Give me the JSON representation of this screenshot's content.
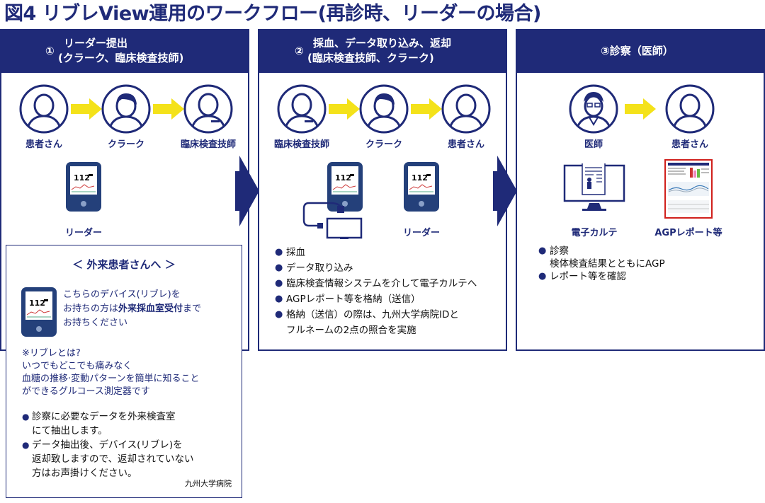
{
  "title": "図4 リブレView運用のワークフロー(再診時、リーダーの場合)",
  "colors": {
    "navy": "#1f2a78",
    "yellow": "#f4e21a",
    "red": "#d0201c"
  },
  "step1": {
    "num": "①",
    "line1": "リーダー提出",
    "line2": "(クラーク、臨床検査技師)",
    "people": [
      "患者さん",
      "クラーク",
      "臨床検査技師"
    ],
    "device_label": "リーダー"
  },
  "step2": {
    "num": "②",
    "line1": "採血、データ取り込み、返却",
    "line2": "(臨床検査技師、クラーク)",
    "people": [
      "臨床検査技師",
      "クラーク",
      "患者さん"
    ],
    "device_label": "リーダー",
    "bullets": [
      "採血",
      "データ取り込み",
      "臨床検査情報システムを介して電子カルテへ",
      "AGPレポート等を格納（送信）",
      "格納（送信）の際は、九州大学病院IDと",
      "フルネームの2点の照合を実施"
    ]
  },
  "step3": {
    "heading": "③診察（医師）",
    "people": [
      "医師",
      "患者さん"
    ],
    "item_labels": [
      "電子カルテ",
      "AGPレポート等"
    ],
    "bullets": [
      "診察",
      "検体検査結果とともにAGP",
      "レポート等を確認"
    ]
  },
  "device_reading": "112",
  "notice": {
    "title": "＜ 外来患者さんへ ＞",
    "msg1": "こちらのデバイス(リブレ)を",
    "msg2_pre": "お持ちの方は",
    "msg2_bold": "外来採血室受付",
    "msg2_post": "まで",
    "msg3": "お持ちください",
    "note1": "※リブレとは?",
    "note2": "いつでもどこでも痛みなく",
    "note3": "血糖の推移·変動パターンを簡単に知ること",
    "note4": "ができるグルコース測定器です",
    "bullets": [
      "診察に必要なデータを外来検査室",
      "にて抽出します。",
      "データ抽出後、デバイス(リブレ)を",
      "返却致しますので、返却されていない",
      "方はお声掛けください。"
    ],
    "footer": "九州大学病院"
  }
}
